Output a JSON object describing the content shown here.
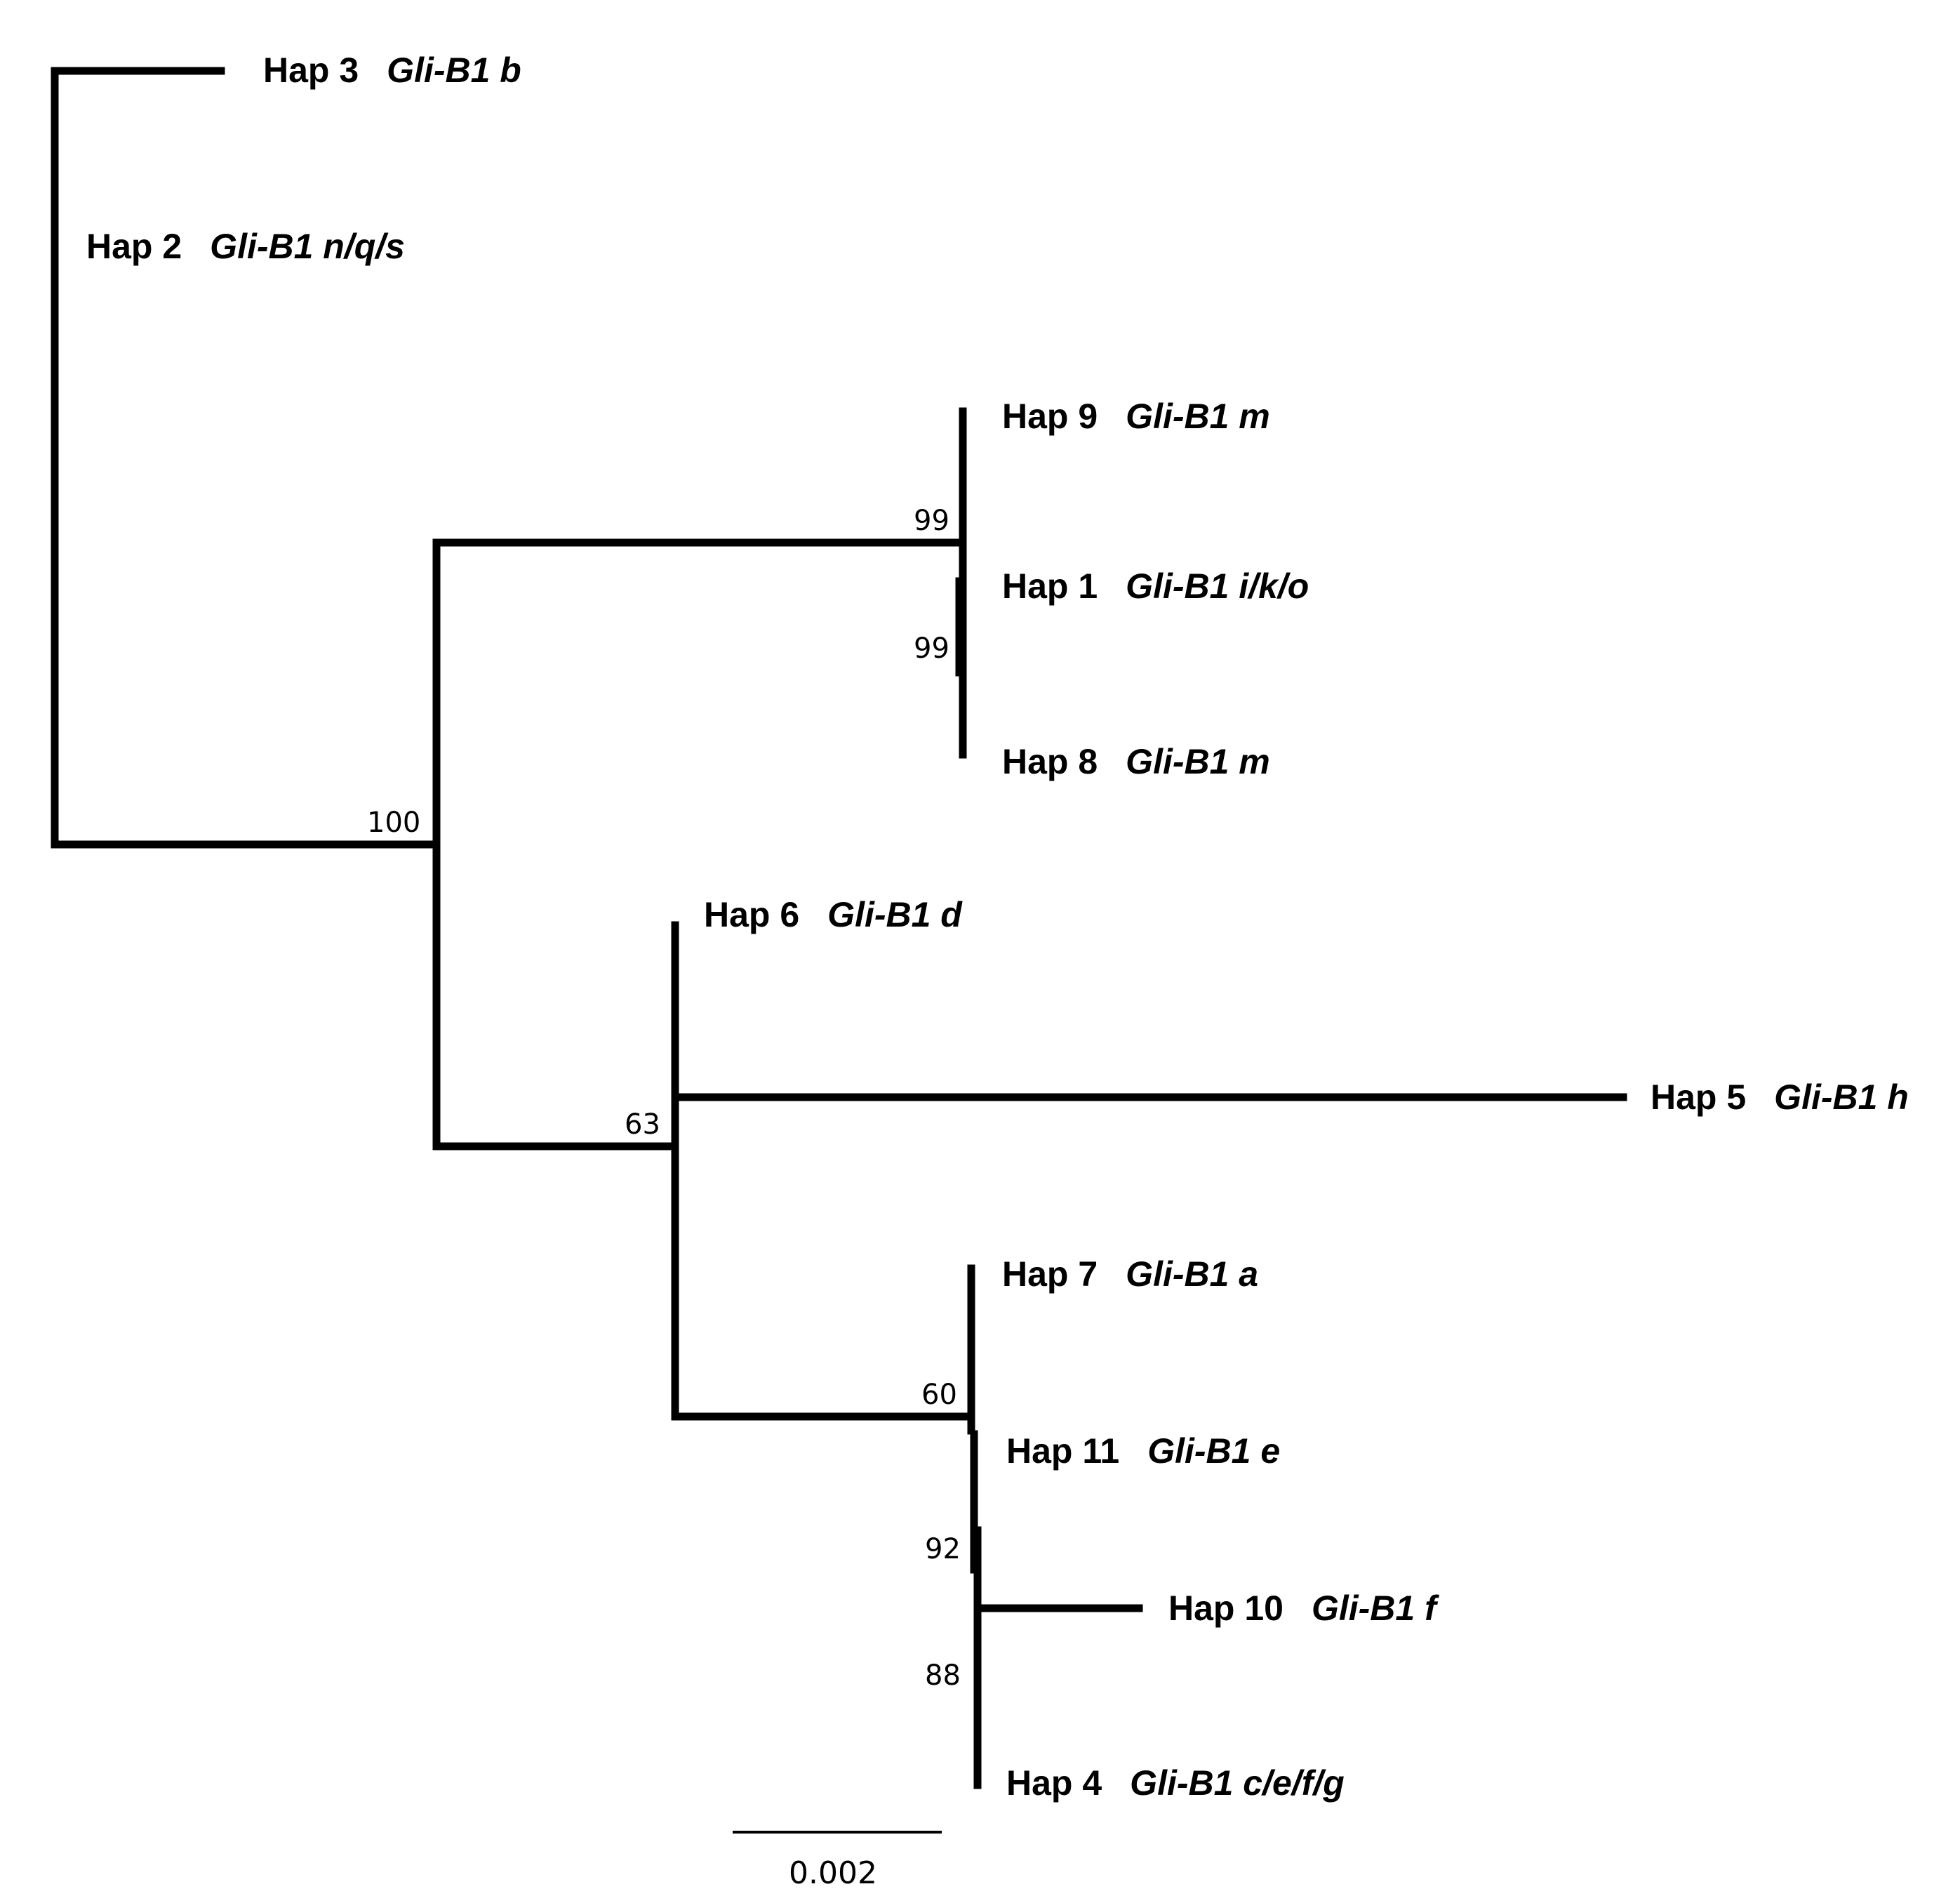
{
  "tree": {
    "taxa": [
      {
        "id": "hap3",
        "hap": "Hap 3",
        "allele": "Gli-B1 b"
      },
      {
        "id": "hap2",
        "hap": "Hap 2",
        "allele": "Gli-B1 n/q/s"
      },
      {
        "id": "hap9",
        "hap": "Hap 9",
        "allele": "Gli-B1 m"
      },
      {
        "id": "hap1",
        "hap": "Hap 1",
        "allele": "Gli-B1 i/k/o"
      },
      {
        "id": "hap8",
        "hap": "Hap 8",
        "allele": "Gli-B1 m"
      },
      {
        "id": "hap6",
        "hap": "Hap 6",
        "allele": "Gli-B1 d"
      },
      {
        "id": "hap5",
        "hap": "Hap 5",
        "allele": "Gli-B1 h"
      },
      {
        "id": "hap7",
        "hap": "Hap 7",
        "allele": "Gli-B1 a"
      },
      {
        "id": "hap11",
        "hap": "Hap 11",
        "allele": "Gli-B1 e"
      },
      {
        "id": "hap10",
        "hap": "Hap 10",
        "allele": "Gli-B1 f"
      },
      {
        "id": "hap4",
        "hap": "Hap 4",
        "allele": "Gli-B1 c/e/f/g"
      }
    ],
    "bootstrap": [
      "100",
      "99",
      "99",
      "63",
      "60",
      "92",
      "88"
    ],
    "scale_bar": {
      "label": "0.002",
      "length": 0.002
    }
  }
}
